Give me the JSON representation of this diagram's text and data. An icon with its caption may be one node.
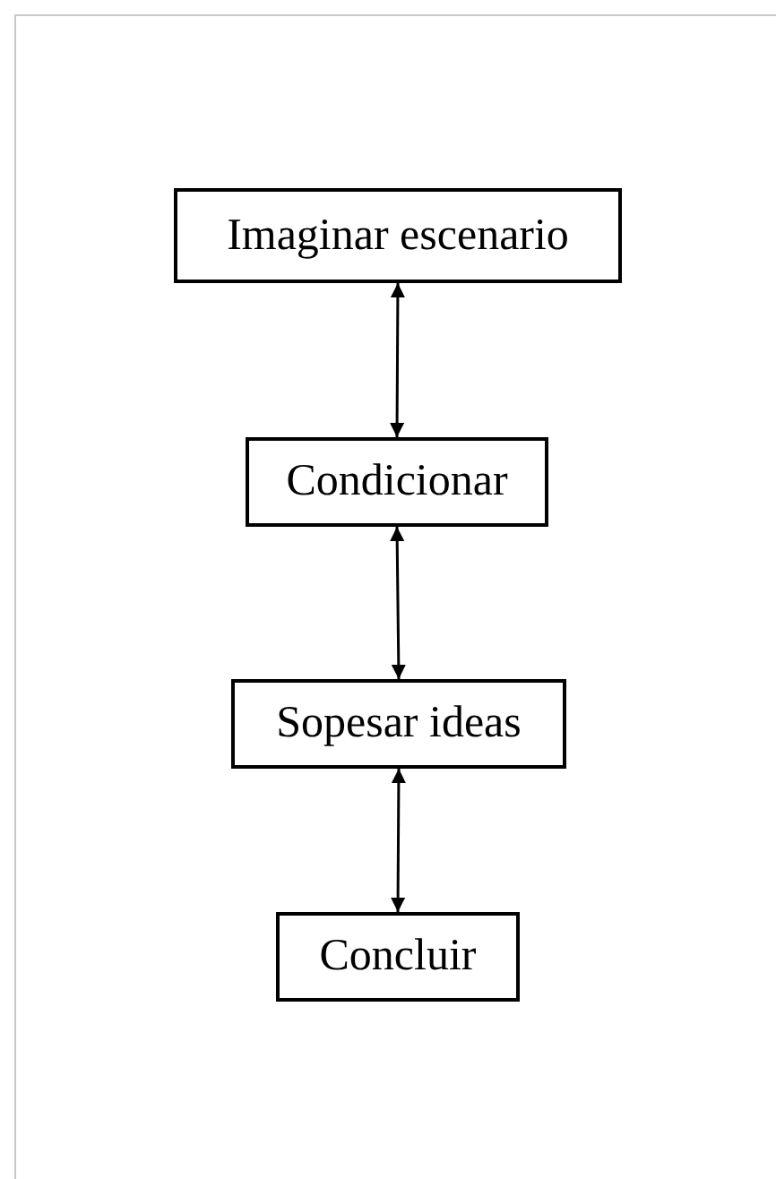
{
  "diagram": {
    "nodes": [
      {
        "text": [
          "Imaginar escenario"
        ]
      },
      {
        "text": [
          "Condicionar"
        ]
      },
      {
        "text": [
          "Sopesar ideas"
        ]
      },
      {
        "text": [
          "Concluir"
        ]
      }
    ],
    "edges": [
      {
        "from": 0,
        "to": 1,
        "arrow": "both"
      },
      {
        "from": 1,
        "to": 2,
        "arrow": "both"
      },
      {
        "from": 2,
        "to": 3,
        "arrow": "both"
      }
    ]
  }
}
